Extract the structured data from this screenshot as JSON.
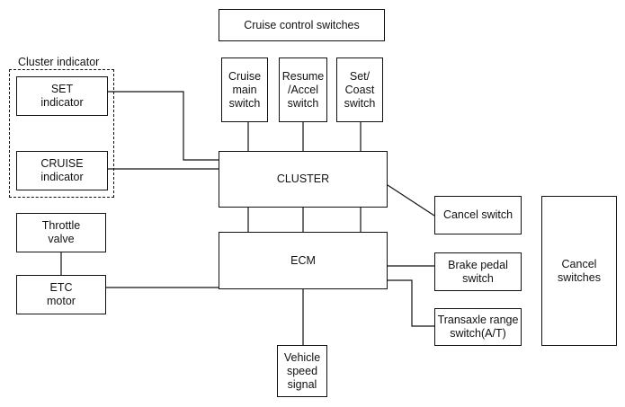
{
  "group_title": "Cluster indicator",
  "boxes": {
    "cruise_control_switches": "Cruise control switches",
    "cruise_main_switch": "Cruise\nmain\nswitch",
    "resume_accel_switch": "Resume\n/Accel\nswitch",
    "set_coast_switch": "Set/\nCoast\nswitch",
    "set_indicator": "SET\nindicator",
    "cruise_indicator": "CRUISE\nindicator",
    "cluster": "CLUSTER",
    "cancel_switch": "Cancel switch",
    "cancel_switches": "Cancel\nswitches",
    "throttle_valve": "Throttle\nvalve",
    "etc_motor": "ETC\nmotor",
    "ecm": "ECM",
    "brake_pedal_switch": "Brake pedal\nswitch",
    "transaxle_range_switch": "Transaxle range\nswitch(A/T)",
    "vehicle_speed_signal": "Vehicle\nspeed\nsignal"
  },
  "colors": {
    "line": "#111111",
    "background": "#ffffff"
  }
}
